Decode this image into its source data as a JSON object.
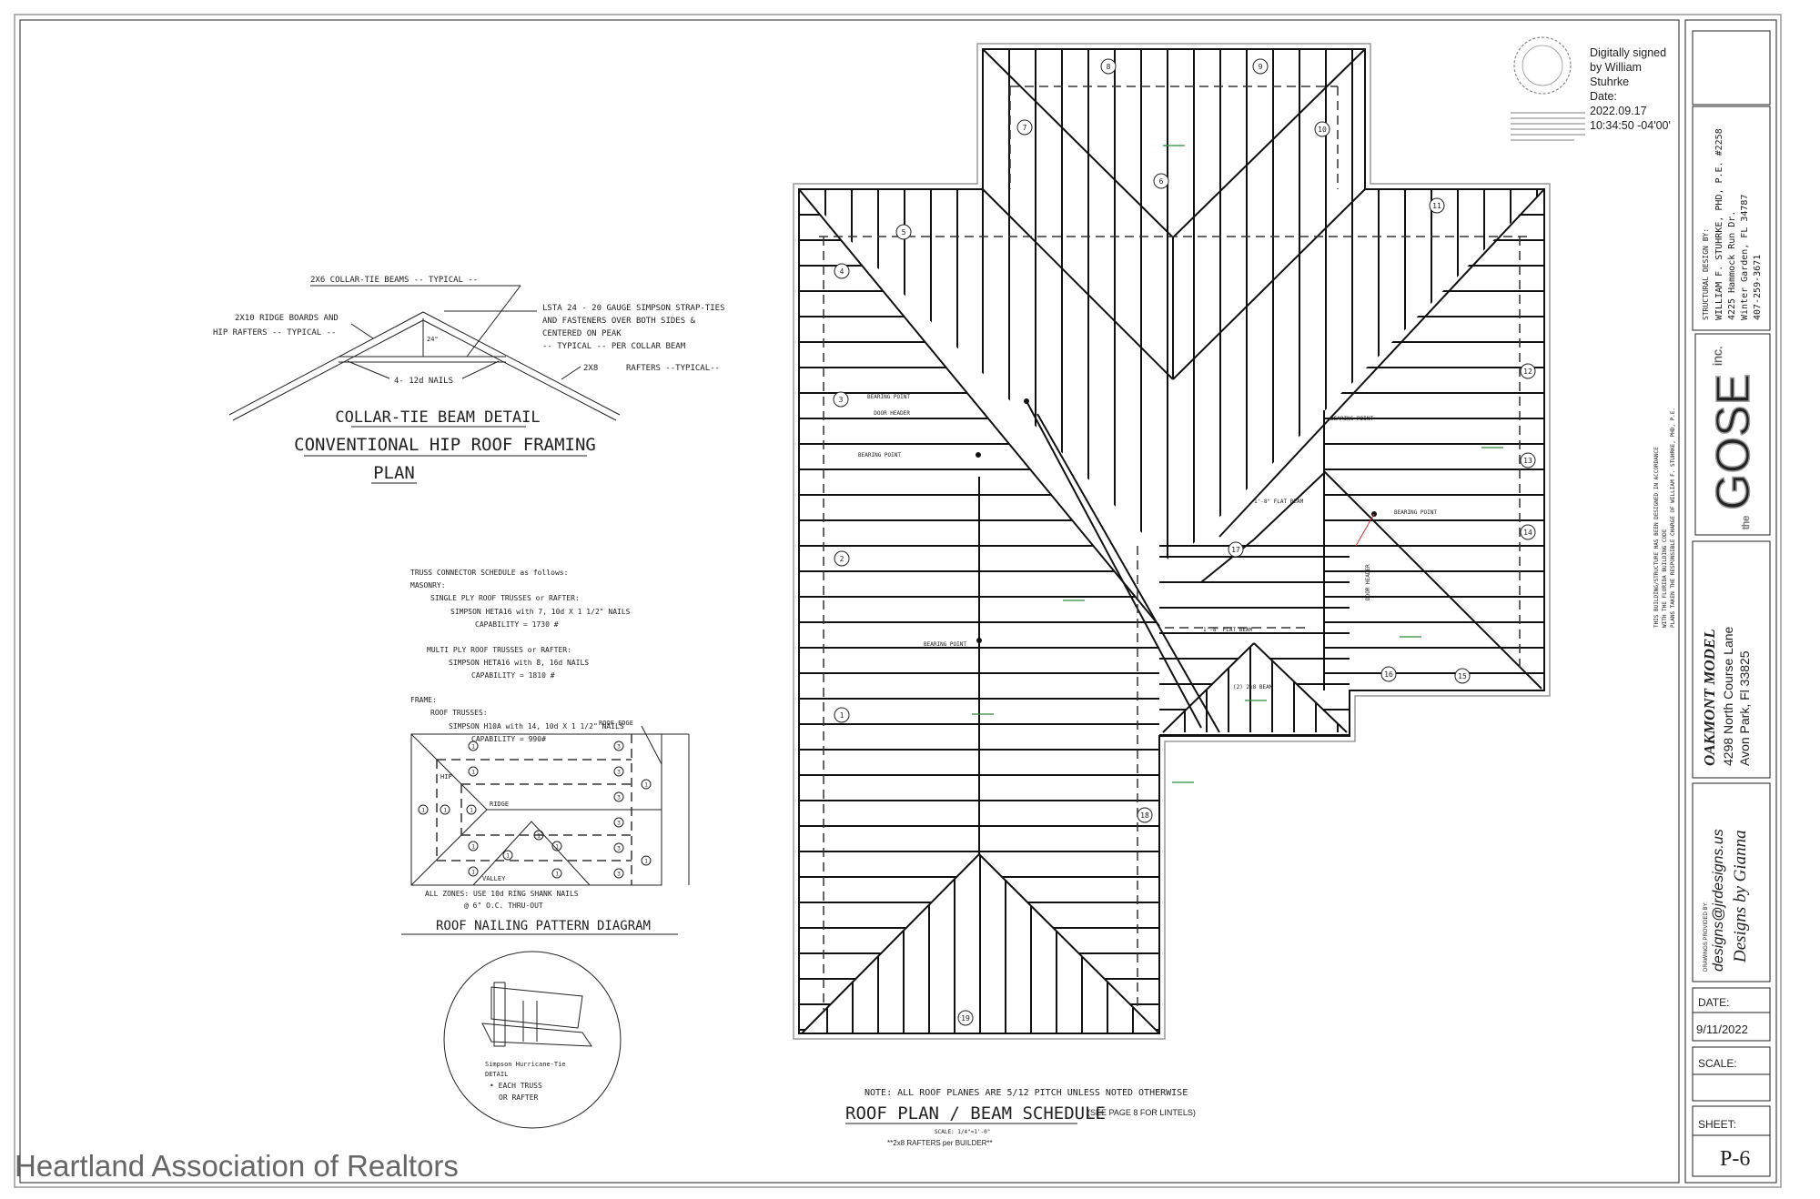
{
  "watermark": "Heartland Association of Realtors",
  "collar_tie": {
    "label_beams": "2X6 COLLAR-TIE BEAMS  -- TYPICAL --",
    "label_ridge_1": "2X10 RIDGE BOARDS AND",
    "label_ridge_2": "HIP RAFTERS  -- TYPICAL --",
    "label_strap_1": "LSTA 24 - 20 GAUGE SIMPSON STRAP-TIES",
    "label_strap_2": "AND FASTENERS OVER BOTH SIDES &",
    "label_strap_3": "CENTERED ON PEAK",
    "label_strap_4": "-- TYPICAL -- PER COLLAR BEAM",
    "label_rafter_size": "2X8",
    "label_rafters": "RAFTERS --TYPICAL--",
    "label_nails": "4- 12d NAILS",
    "label_dim": "24\"",
    "detail_title": "COLLAR-TIE BEAM DETAIL",
    "plan_title_1": "CONVENTIONAL HIP ROOF FRAMING",
    "plan_title_2": "PLAN"
  },
  "connector_schedule": [
    "TRUSS CONNECTOR SCHEDULE as follows:",
    "MASONRY:",
    "SINGLE PLY ROOF TRUSSES or RAFTER:",
    "SIMPSON HETA16 with 7, 10d X 1 1/2\" NAILS",
    "CAPABILITY = 1730 #",
    "MULTI PLY ROOF TRUSSES or RAFTER:",
    "SIMPSON HETA16 with 8, 16d NAILS",
    "CAPABILITY = 1810 #",
    "FRAME:",
    "ROOF TRUSSES:",
    "SIMPSON H10A with 14, 10d X 1 1/2\" NAILS",
    "CAPABILITY = 990#"
  ],
  "nailing": {
    "roof_edge": "ROOF EDGE",
    "ridge": "RIDGE",
    "hip": "HIP",
    "valley": "VALLEY",
    "zone_1": "1",
    "zone_2": "2",
    "zone_3": "3",
    "note_1": "ALL ZONES:  USE 10d RING SHANK NAILS",
    "note_2": "@ 6\" O.C. THRU-OUT",
    "title": "ROOF NAILING PATTERN DIAGRAM"
  },
  "tie_detail": {
    "line_1": "Simpson Hurricane-Tie",
    "line_2": "DETAIL",
    "line_3": "• EACH TRUSS",
    "line_4": "OR RAFTER"
  },
  "roof_plan": {
    "labels": [
      "1",
      "2",
      "3",
      "4",
      "5",
      "6",
      "7",
      "8",
      "9",
      "10",
      "11",
      "12",
      "13",
      "14",
      "15",
      "16",
      "17",
      "18",
      "19"
    ],
    "callouts": {
      "bearing_point": "BEARING POINT",
      "door_header": "DOOR HEADER",
      "flat_beam": "1'-8\" FLAT BEAM",
      "beam": "(2) 2x8 BEAM"
    },
    "note": "NOTE: ALL ROOF PLANES ARE 5/12 PITCH UNLESS NOTED OTHERWISE",
    "title": "ROOF PLAN / BEAM SCHEDULE",
    "lintel_note": "(SEE PAGE 8 FOR LINTELS)",
    "scale": "SCALE: 1/4\"=1'-0\"",
    "rafters_note": "**2x8 RAFTERS per BUILDER**"
  },
  "signature": {
    "lines": [
      "Digitally signed",
      "by William",
      "Stuhrke",
      "Date:",
      "2022.09.17",
      "10:34:50 -04'00'"
    ]
  },
  "code_note": [
    "THIS BUILDING/STRUCTURE HAS BEEN DESIGNED IN ACCORDANCE",
    "WITH THE FLORIDA BUILDING CODE",
    "PLANS TAKEN THE RESPONSIBLE CHARGE OF WILLIAM F. STUHRKE, PHD, P.E."
  ],
  "title_block": {
    "structural_heading": "STRUCTURAL DESIGN BY:",
    "structural_lines": [
      "WILLIAM F. STUHRKE, PHD, P.E. #2258",
      "4225 Hammock Run Dr.",
      "Winter Garden, FL 34787",
      "407-259-3671"
    ],
    "logo": {
      "the": "the",
      "name": "GOSE",
      "inc": "inc."
    },
    "project_name": "OAKMONT MODEL",
    "address_1": "4298 North Course Lane",
    "address_2": "Avon Park, Fl 33825",
    "drawings_by_label": "DRAWINGS PROVIDED BY:",
    "email": "designs@jrdesigns.us",
    "designer": "Designs by Gianna",
    "date_label": "DATE:",
    "date_value": "9/11/2022",
    "scale_label": "SCALE:",
    "scale_value": "",
    "sheet_label": "SHEET:",
    "sheet_value": "P-6"
  },
  "colors": {
    "line": "#111111",
    "annotation_green": "#2e8b3a",
    "watermark": "#666666"
  }
}
